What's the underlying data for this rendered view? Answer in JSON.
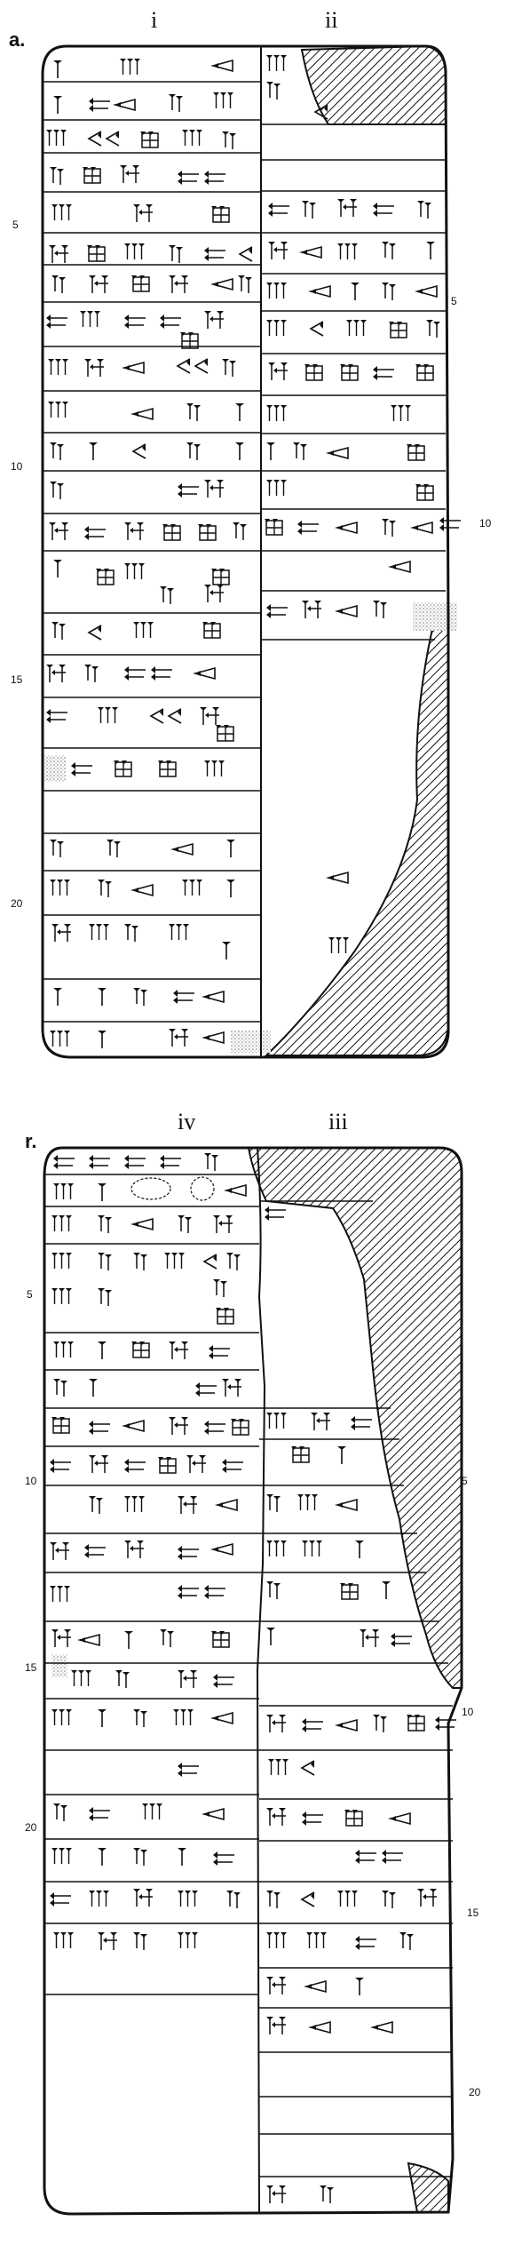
{
  "obverse": {
    "side_label": "a.",
    "columns": [
      "i",
      "ii"
    ],
    "left_numbers": [
      "5",
      "10",
      "15",
      "20"
    ],
    "right_numbers": [
      "5",
      "10"
    ]
  },
  "reverse": {
    "side_label": "r.",
    "columns": [
      "iv",
      "iii"
    ],
    "left_numbers": [
      "5",
      "10",
      "15",
      "20"
    ],
    "right_numbers": [
      "5",
      "10",
      "15",
      "20"
    ]
  },
  "colors": {
    "ink": "#111111",
    "paper": "#ffffff",
    "stipple": "#9a9a9a"
  }
}
